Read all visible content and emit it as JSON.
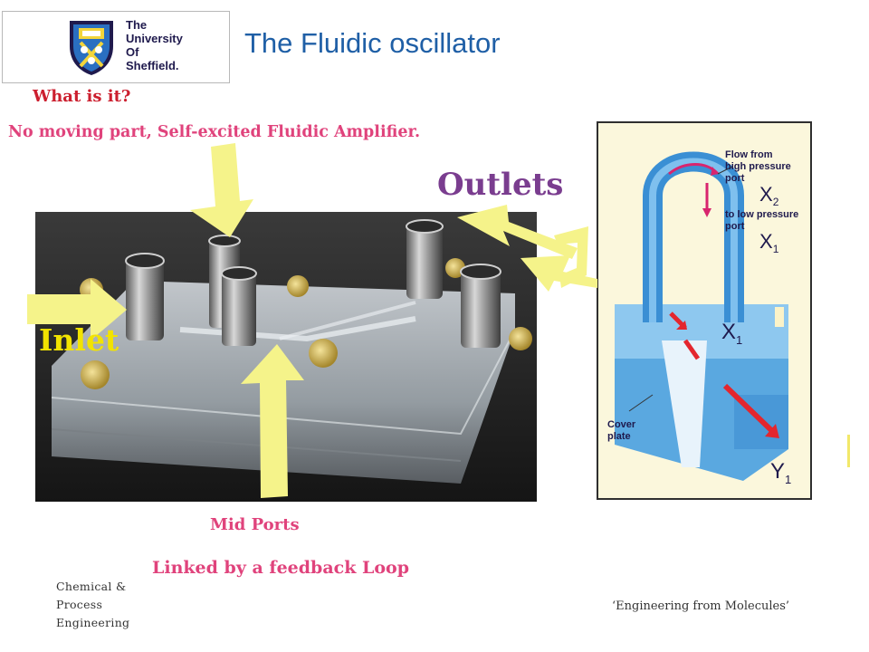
{
  "logo": {
    "lines": [
      "The",
      "University",
      "Of",
      "Sheffield."
    ],
    "crest_icon": "university-crest-icon"
  },
  "title": "The Fluidic oscillator",
  "what_is_it": "What is it?",
  "description": "No moving part,  Self-excited  Fluidic Amplifier.",
  "labels": {
    "outlets": "Outlets",
    "inlet": "Inlet",
    "mid_ports": "Mid Ports",
    "linked": "Linked by a feedback Loop"
  },
  "diagram": {
    "flow_from": [
      "Flow from",
      "high pressure",
      "port"
    ],
    "x2": "X",
    "x2_sub": "2",
    "to_low": [
      "to low pressure",
      "port"
    ],
    "x1_top": "X",
    "x1_top_sub": "1",
    "x1_mid": "X",
    "x1_mid_sub": "1",
    "cover_plate": [
      "Cover",
      "plate"
    ],
    "y1": "Y",
    "y1_sub": "1"
  },
  "footer": {
    "left": "Chemical & Process Engineering",
    "right": "‘Engineering from Molecules’"
  },
  "colors": {
    "title": "#1f5fa6",
    "red": "#cc1f2f",
    "pink": "#e0437c",
    "purple": "#7a3d8f",
    "yellow_arrow": "#f5f38a",
    "inlet_text": "#f2e300"
  }
}
